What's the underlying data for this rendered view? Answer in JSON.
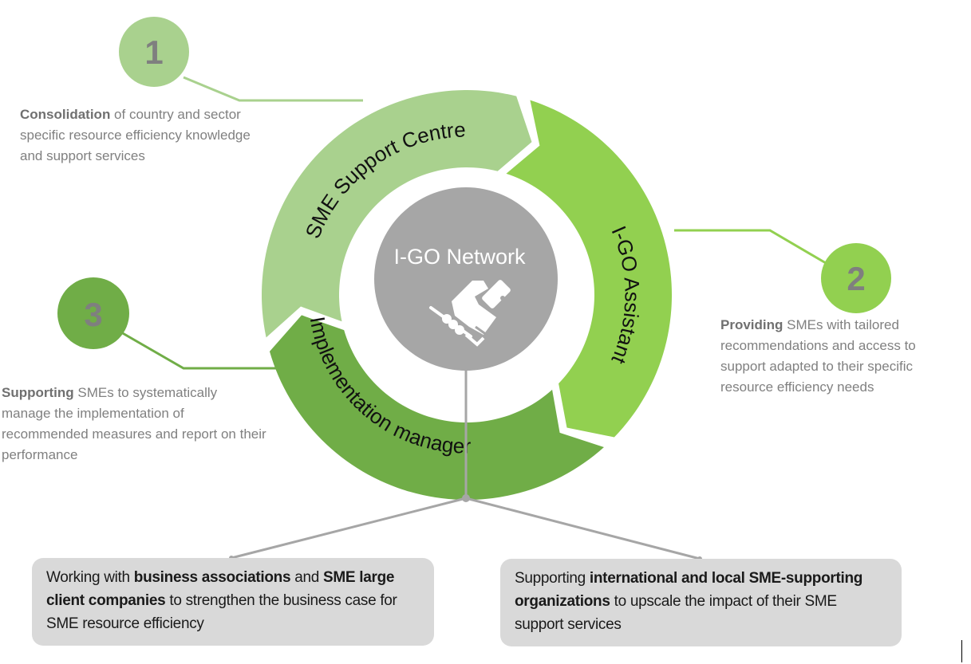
{
  "center": {
    "title": "I-GO Network",
    "icon": "handshake-icon"
  },
  "ring_segments": [
    {
      "id": 1,
      "label": "SME Support Centre",
      "color": "#a9d18e"
    },
    {
      "id": 2,
      "label": "I-GO Assistant",
      "color": "#92d050"
    },
    {
      "id": 3,
      "label": "Implementation manager",
      "color": "#70ad47"
    }
  ],
  "callouts": [
    {
      "number": "1",
      "color": "#a9d18e",
      "bold": "Consolidation",
      "text": " of country and sector specific resource efficiency knowledge and support services"
    },
    {
      "number": "2",
      "color": "#92d050",
      "bold": "Providing",
      "text": " SMEs with tailored recommendations and access to support adapted to their specific resource efficiency needs"
    },
    {
      "number": "3",
      "color": "#70ad47",
      "bold": "Supporting",
      "text": " SMEs to systematically manage the implementation of recommended measures and report on their performance"
    }
  ],
  "boxes": [
    {
      "parts": [
        {
          "t": "Working with ",
          "b": false
        },
        {
          "t": "business associations",
          "b": true
        },
        {
          "t": " and ",
          "b": false
        },
        {
          "t": "SME large client companies",
          "b": true
        },
        {
          "t": " to strengthen the business case for SME resource efficiency",
          "b": false
        }
      ]
    },
    {
      "parts": [
        {
          "t": "Supporting ",
          "b": false
        },
        {
          "t": "international and local SME-supporting organizations",
          "b": true
        },
        {
          "t": " to upscale the impact of their SME support services",
          "b": false
        }
      ]
    }
  ],
  "colors": {
    "center_gray": "#a6a6a6",
    "connector_gray": "#a6a6a6",
    "number_text": "#7f7f7f",
    "box_bg": "#d9d9d9"
  }
}
